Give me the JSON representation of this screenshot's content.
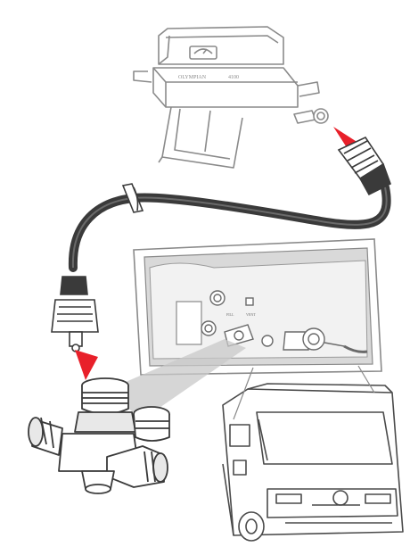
{
  "grill": {
    "brand_label": "OLYMPIAN",
    "model_label": "4100"
  },
  "regulator_panel": {
    "fill_label": "FILL",
    "vent_label": "VENT"
  },
  "colors": {
    "line": "#8a8a8a",
    "hose": "#3a3a3a",
    "highlight": "#e8202a",
    "shade": "#c8c8c8",
    "panel": "#d9d9d9"
  },
  "icons": [
    "gas-grill",
    "quick-connect-fitting",
    "hose",
    "tee-adapter",
    "motorhome",
    "lp-regulator"
  ]
}
